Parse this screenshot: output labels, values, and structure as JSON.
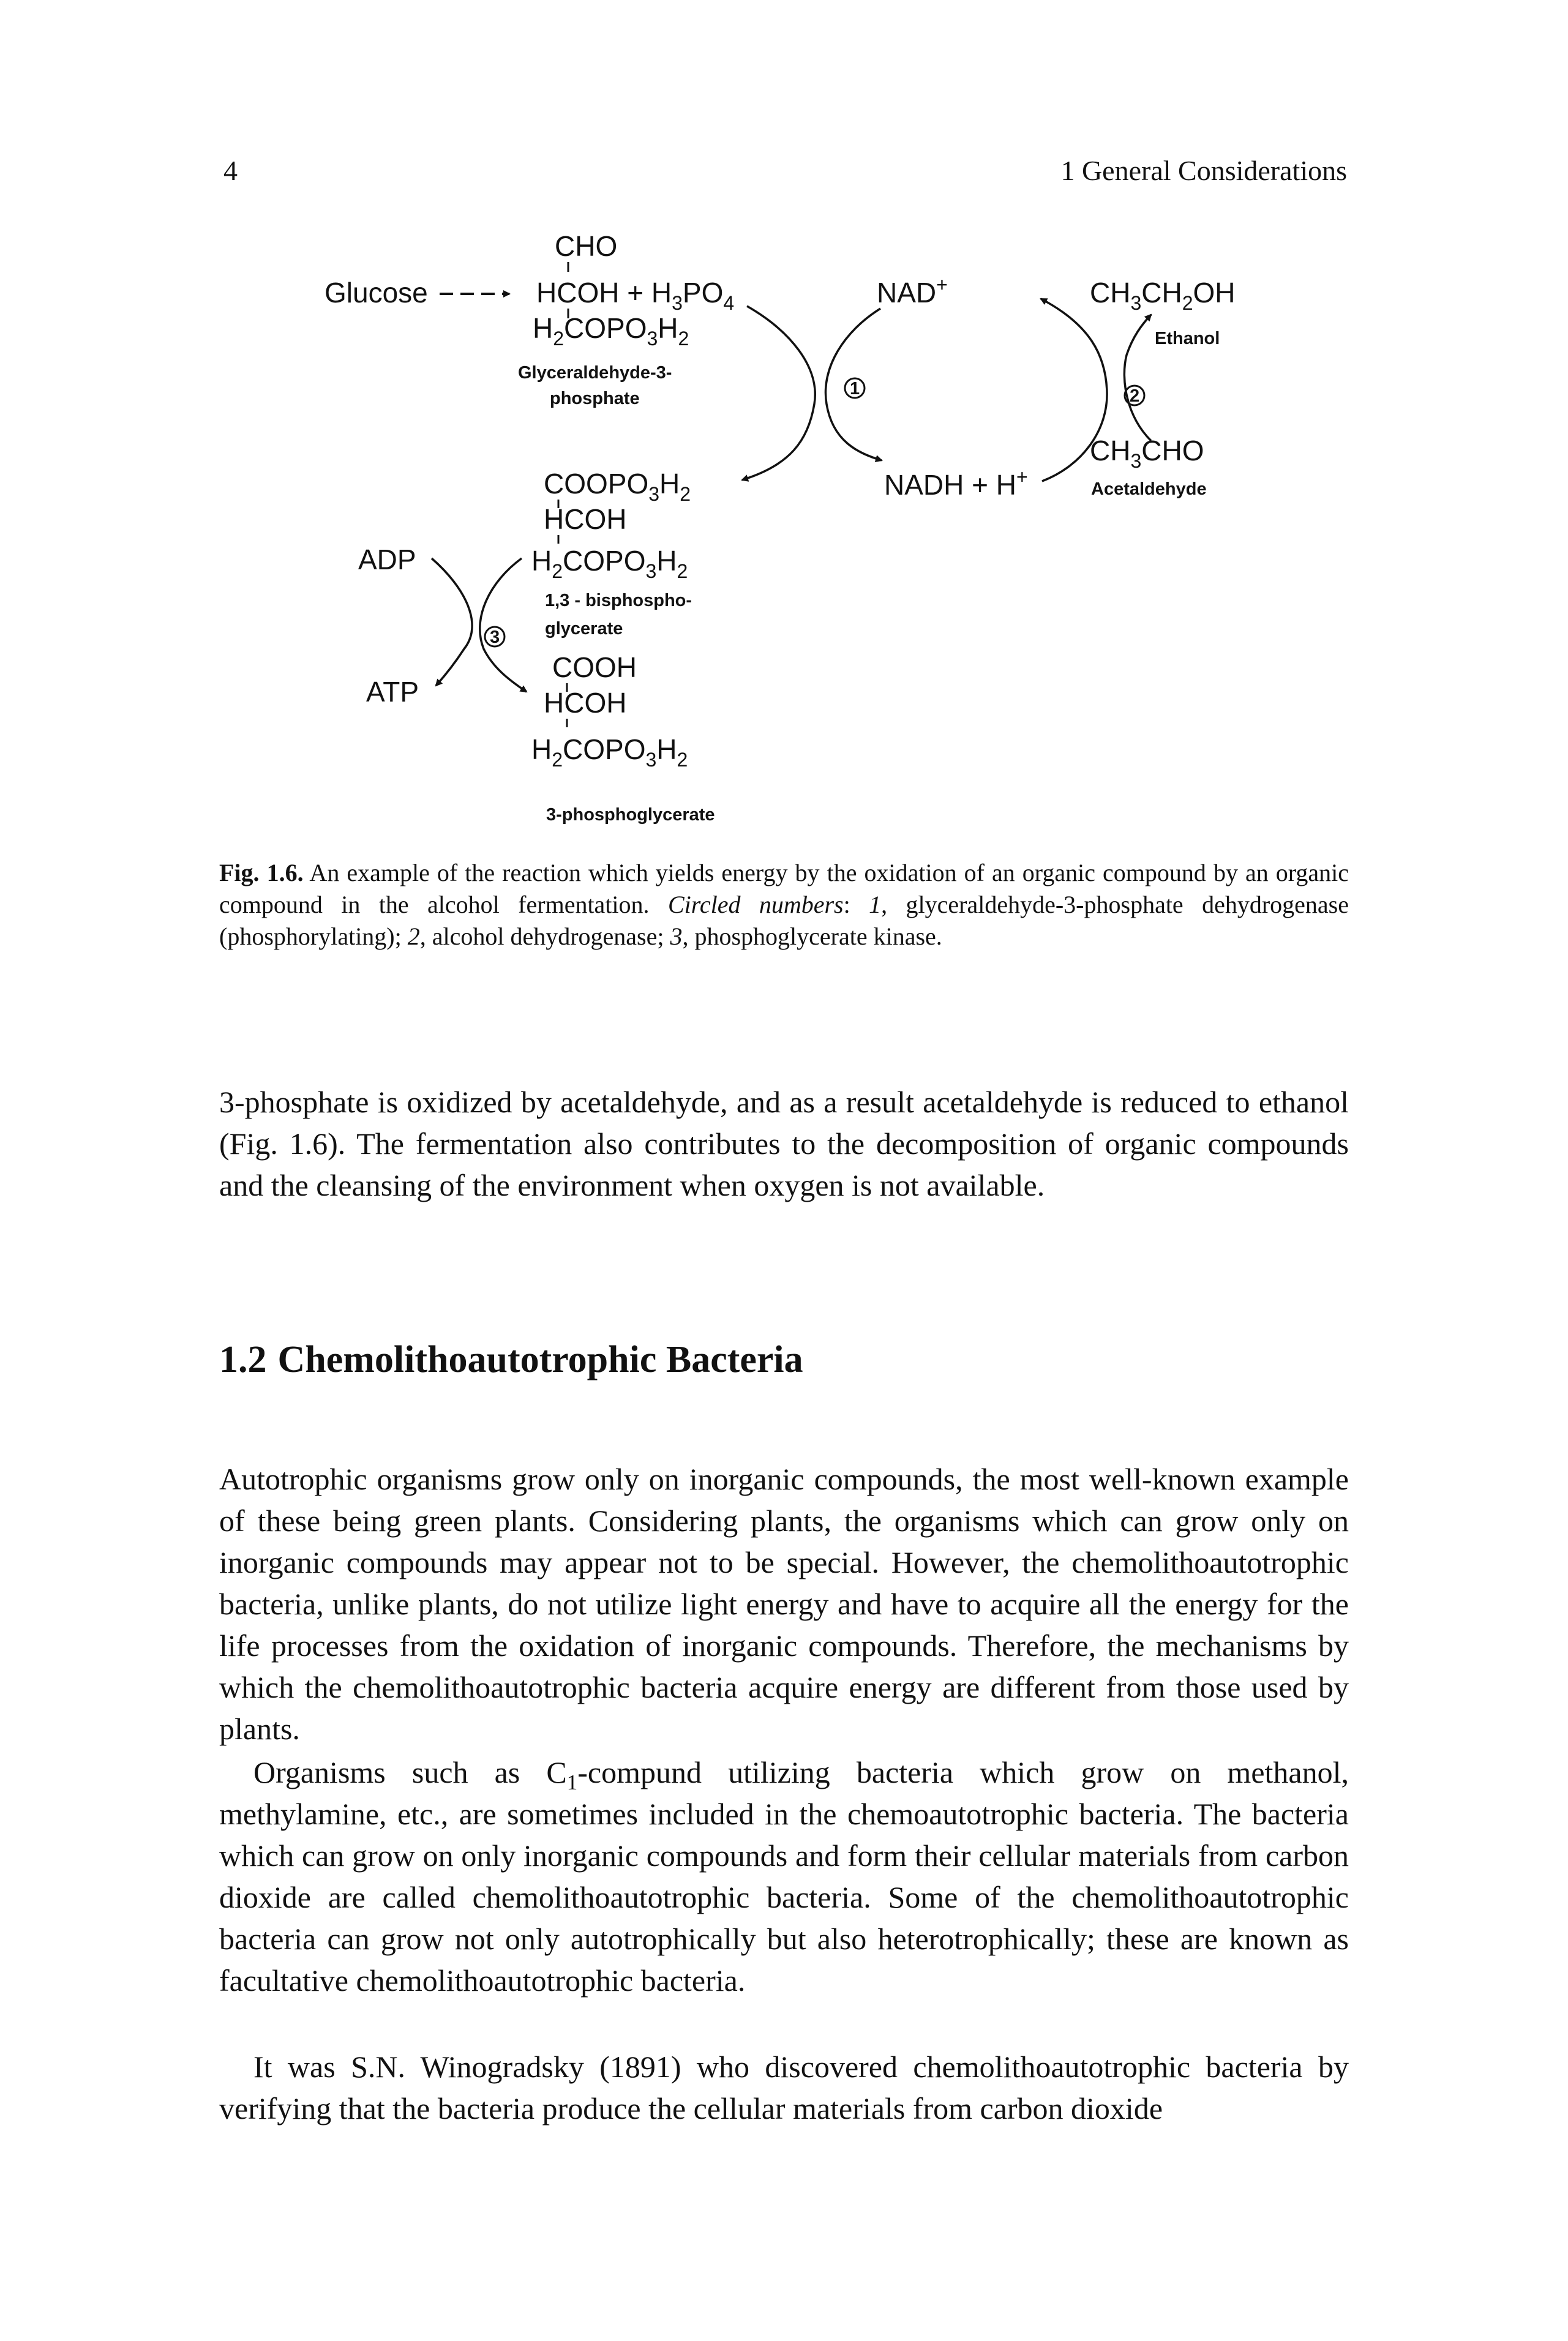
{
  "header": {
    "page_number": "4",
    "running_head": "1 General Considerations"
  },
  "figure": {
    "glucose_label": "Glucose",
    "gap": {
      "cho": "CHO",
      "hcoh": "HCOH + H",
      "hcoh_sub": "3",
      "hcoh_tail": "PO",
      "hcoh_tail_sub": "4",
      "h2copo3h2": "H",
      "name_line1": "Glyceraldehyde-3-",
      "name_line2": "phosphate"
    },
    "bpg": {
      "line1": "COOPO",
      "line2": "HCOH",
      "line3": "H",
      "name_line1": "1,3 - bisphospho-",
      "name_line2": "glycerate"
    },
    "pg3": {
      "line1": "COOH",
      "line2": "HCOH",
      "line3": "H",
      "name": "3-phosphoglycerate"
    },
    "adp_label": "ADP",
    "atp_label": "ATP",
    "nad_label": "NAD",
    "nadh_label": "NADH + H",
    "ethanol_formula": "CH",
    "ethanol_name": "Ethanol",
    "acetaldehyde_formula": "CH",
    "acetaldehyde_name": "Acetaldehyde",
    "enzyme_1": "1",
    "enzyme_2": "2",
    "enzyme_3": "3"
  },
  "caption": {
    "label": "Fig. 1.6.",
    "text1": " An example of the reaction which yields energy by the oxidation of an organic compound by an organic compound in the alcohol fermentation. ",
    "circled_label": "Circled numbers",
    "colon": ": ",
    "n1": "1",
    "text2": ", glyceraldehyde-3-phosphate dehydrogenase (phosphorylating); ",
    "n2": "2",
    "text3": ", alcohol dehydrogenase; ",
    "n3": "3",
    "text4": ", phosphoglycerate kinase."
  },
  "body": {
    "para1": "3-phosphate is oxidized by acetaldehyde, and as a result acetaldehyde is reduced to ethanol (Fig. 1.6). The fermentation also contributes to the decomposition of organic compounds and the cleansing of the environment when oxygen is not available.",
    "section_number": "1.2",
    "section_title": "Chemolithoautotrophic Bacteria",
    "para2": "Autotrophic organisms grow only on inorganic compounds, the most well-known example of these being green plants. Considering plants, the organisms which can grow only on inorganic compounds may appear not to be special. However, the chemolithoautotrophic bacteria, unlike plants, do not utilize light energy and have to acquire all the energy for the life processes from the oxidation of inorganic compounds. Therefore, the mechanisms by which the chemolithoautotrophic bacteria acquire energy are different from those used by plants.",
    "para3_a": "Organisms such as C",
    "para3_sub": "1",
    "para3_b": "-compund utilizing bacteria which grow on methanol, methylamine, etc., are sometimes included in the chemoautotrophic bacteria. The bacteria which can grow on only inorganic compounds and form their cellular materials from carbon dioxide are called chemolithoautotrophic bacteria. Some of the chemolithoautotrophic bacteria can grow not only autotrophically but also heterotrophically; these are known as facultative chemolithoautotrophic bacteria.",
    "para4": "It was S.N. Winogradsky (1891) who discovered chemolithoautotrophic bacteria by verifying that the bacteria produce the cellular materials from carbon dioxide"
  }
}
